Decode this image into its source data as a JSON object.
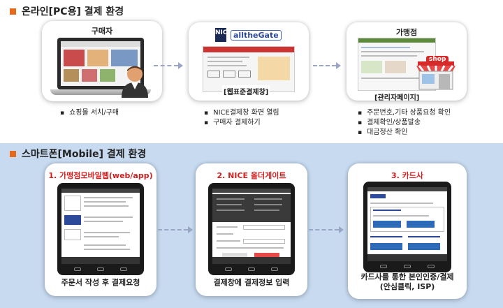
{
  "pc_section": {
    "title": "온라인[PC용] 결제 환경",
    "cards": [
      {
        "label": "구매자",
        "bullets": [
          "쇼핑몰 서치/구매"
        ]
      },
      {
        "logo_nice": "NICE",
        "logo_gate": "alltheGate",
        "tag": "[웹표준결제창]",
        "bullets": [
          "NICE결제창 화면 열림",
          "구매자 결제하기"
        ]
      },
      {
        "label": "가맹점",
        "shop_sign": "shop",
        "tag": "[관리자페이지]",
        "bullets": [
          "주문번호,기타 상품요청 확인",
          "결제확인/상품발송",
          "대금정산 확인"
        ]
      }
    ]
  },
  "mobile_section": {
    "title": "스마트폰[Mobile] 결제 환경",
    "cards": [
      {
        "label": "1. 가맹점모바일웹(web/app)",
        "caption": "주문서 작성 후 결제요청"
      },
      {
        "label": "2. NICE 올더게이트",
        "caption": "결제창에 결제정보 입력"
      },
      {
        "label": "3. 카드사",
        "caption_line1": "카드사를 통한 본인인증/결제",
        "caption_line2": "(안심클릭, ISP)"
      }
    ]
  },
  "colors": {
    "accent": "#e56a1c",
    "mobile_bg": "#c7daf0",
    "arrow": "#9aa6c6",
    "step_label": "#d02020"
  }
}
